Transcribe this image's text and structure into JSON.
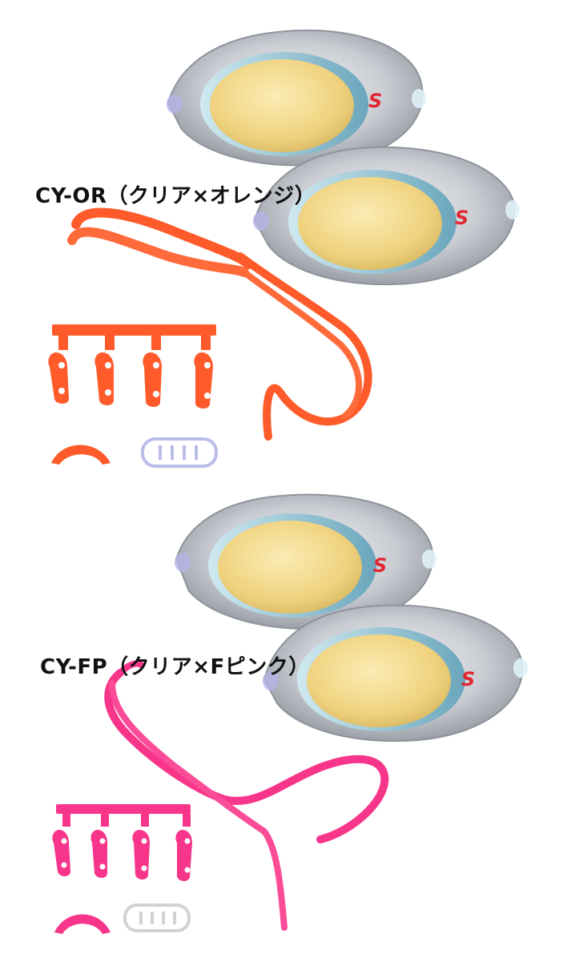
{
  "variants": [
    {
      "id": "or",
      "label": "CY-OR（クリア×オレンジ）",
      "strap_color": "#ff5a2a",
      "strap_shadow": "#e64414"
    },
    {
      "id": "fp",
      "label": "CY-FP（クリア×Fピンク）",
      "strap_color": "#f7358a",
      "strap_shadow": "#db1f73"
    }
  ],
  "lens_logo_text": "S",
  "colors": {
    "frame_light": "#e6e8ec",
    "frame_dark": "#9ea3ab",
    "lens_gold": "#f2d98a",
    "lens_edge": "#7fb7c9",
    "logo_red": "#e2262f"
  }
}
